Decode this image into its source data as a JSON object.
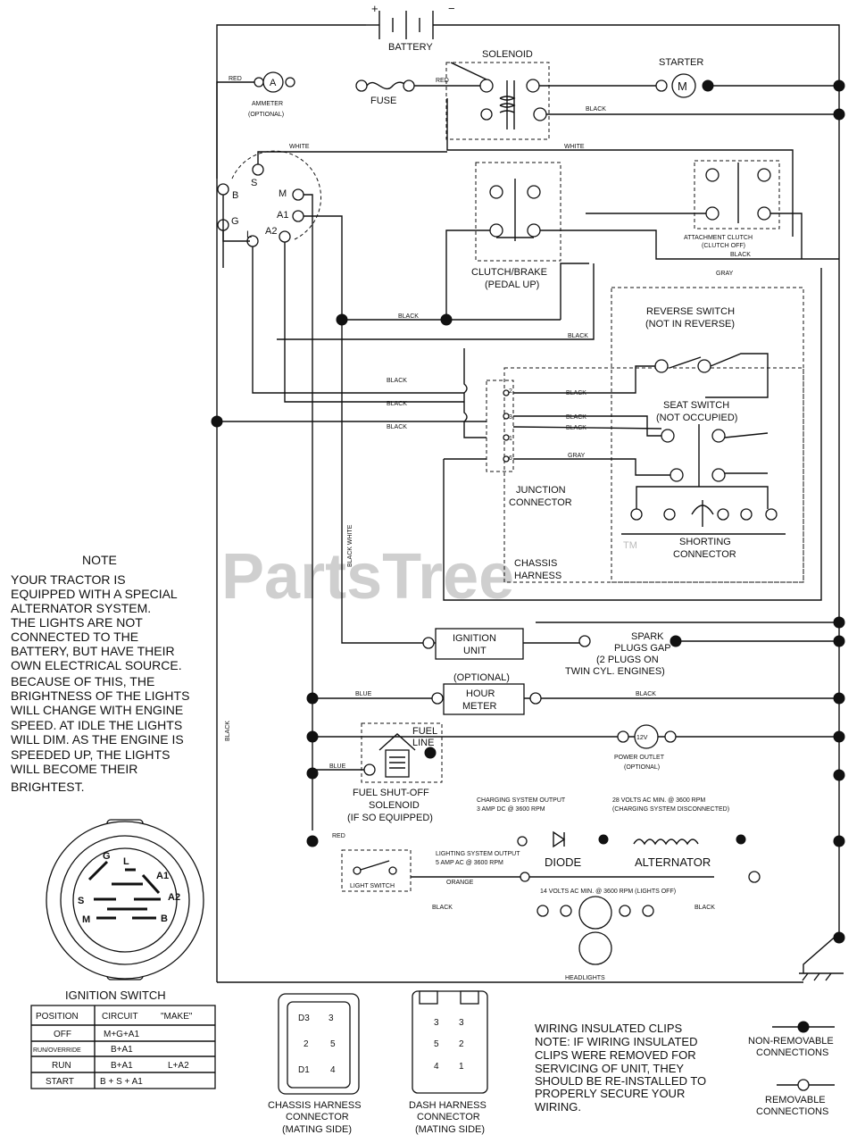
{
  "watermark": "PartsTree",
  "watermark_tm": "TM",
  "battery": {
    "label": "BATTERY",
    "plus": "+",
    "minus": "−"
  },
  "solenoid": "SOLENOID",
  "starter": {
    "label": "STARTER",
    "symbol": "M"
  },
  "fuse": "FUSE",
  "ammeter": {
    "label1": "AMMETER",
    "label2": "(OPTIONAL)",
    "symbol": "A"
  },
  "clutch_brake": {
    "label1": "CLUTCH/BRAKE",
    "label2": "(PEDAL UP)"
  },
  "attachment_clutch": {
    "label1": "ATTACHMENT CLUTCH",
    "label2": "(CLUTCH OFF)"
  },
  "reverse_switch": {
    "label1": "REVERSE SWITCH",
    "label2": "(NOT IN REVERSE)"
  },
  "seat_switch": {
    "label1": "SEAT SWITCH",
    "label2": "(NOT OCCUPIED)"
  },
  "junction": {
    "label1": "JUNCTION",
    "label2": "CONNECTOR",
    "pins": [
      "2",
      "3",
      "1",
      "6"
    ]
  },
  "chassis_harness": {
    "label1": "CHASSIS",
    "label2": "HARNESS"
  },
  "shorting_connector": {
    "label1": "SHORTING",
    "label2": "CONNECTOR"
  },
  "ignition_unit": {
    "label1": "IGNITION",
    "label2": "UNIT"
  },
  "spark_plugs": {
    "line1": "SPARK",
    "line2": "PLUGS GAP",
    "line3": "(2 PLUGS ON",
    "line4": "TWIN CYL. ENGINES)"
  },
  "hour_meter": {
    "optional": "(OPTIONAL)",
    "label1": "HOUR",
    "label2": "METER"
  },
  "fuel_line": {
    "line1": "FUEL",
    "line2": "LINE"
  },
  "power_outlet": {
    "symbol": "12V",
    "label1": "POWER OUTLET",
    "label2": "(OPTIONAL)"
  },
  "fuel_solenoid": {
    "line1": "FUEL SHUT-OFF",
    "line2": "SOLENOID",
    "line3": "(IF SO EQUIPPED)"
  },
  "charging_output": {
    "line1": "CHARGING SYSTEM OUTPUT",
    "line2": "3 AMP DC @ 3600 RPM"
  },
  "volts_28": {
    "line1": "28 VOLTS AC MIN. @ 3600 RPM",
    "line2": "(CHARGING SYSTEM DISCONNECTED)"
  },
  "lighting_output": {
    "line1": "LIGHTING SYSTEM OUTPUT",
    "line2": "5 AMP AC @ 3600 RPM"
  },
  "diode": "DIODE",
  "alternator": "ALTERNATOR",
  "volts_14": "14 VOLTS AC MIN. @ 3600 RPM (LIGHTS OFF)",
  "light_switch": "LIGHT SWITCH",
  "headlights": "HEADLIGHTS",
  "ignition_terms": [
    "B",
    "G",
    "L",
    "A2",
    "A1",
    "M",
    "S"
  ],
  "wire_colors": {
    "red": "RED",
    "white": "WHITE",
    "black": "BLACK",
    "gray": "GRAY",
    "blue": "BLUE",
    "black_white": "BLACK WHITE",
    "orange": "ORANGE"
  },
  "note": {
    "title": "NOTE",
    "lines": [
      "YOUR TRACTOR IS",
      "EQUIPPED WITH A SPECIAL",
      "ALTERNATOR SYSTEM.",
      "THE LIGHTS ARE NOT",
      "CONNECTED TO THE",
      "BATTERY, BUT HAVE THEIR",
      "OWN ELECTRICAL SOURCE.",
      "BECAUSE OF THIS, THE",
      "BRIGHTNESS OF THE LIGHTS",
      "WILL CHANGE WITH ENGINE",
      "SPEED.  AT IDLE THE LIGHTS",
      "WILL DIM.  AS THE ENGINE IS",
      "SPEEDED UP, THE LIGHTS",
      "WILL BECOME THEIR",
      "BRIGHTEST."
    ]
  },
  "ignition_switch": {
    "title": "IGNITION SWITCH",
    "headers": [
      "POSITION",
      "CIRCUIT",
      "\"MAKE\""
    ],
    "rows": [
      [
        "OFF",
        "M+G+A1",
        ""
      ],
      [
        "RUN/OVERRIDE",
        "B+A1",
        ""
      ],
      [
        "RUN",
        "B+A1",
        "L+A2"
      ],
      [
        "START",
        "B + S + A1",
        ""
      ]
    ]
  },
  "chassis_connector": {
    "line1": "CHASSIS HARNESS",
    "line2": "CONNECTOR",
    "line3": "(MATING SIDE)",
    "pins": [
      "D3",
      "3",
      "2",
      "5",
      "D1",
      "4"
    ]
  },
  "dash_connector": {
    "line1": "DASH HARNESS",
    "line2": "CONNECTOR",
    "line3": "(MATING SIDE)",
    "pins": [
      "3",
      "3",
      "5",
      "2",
      "4",
      "1"
    ]
  },
  "clips_note": {
    "lines": [
      "WIRING INSULATED CLIPS",
      "NOTE: IF WIRING INSULATED",
      "CLIPS WERE REMOVED FOR",
      "SERVICING OF UNIT, THEY",
      "SHOULD BE RE-INSTALLED TO",
      "PROPERLY SECURE YOUR",
      "WIRING."
    ]
  },
  "legend": {
    "non_removable": {
      "line1": "NON-REMOVABLE",
      "line2": "CONNECTIONS"
    },
    "removable": {
      "line1": "REMOVABLE",
      "line2": "CONNECTIONS"
    }
  }
}
